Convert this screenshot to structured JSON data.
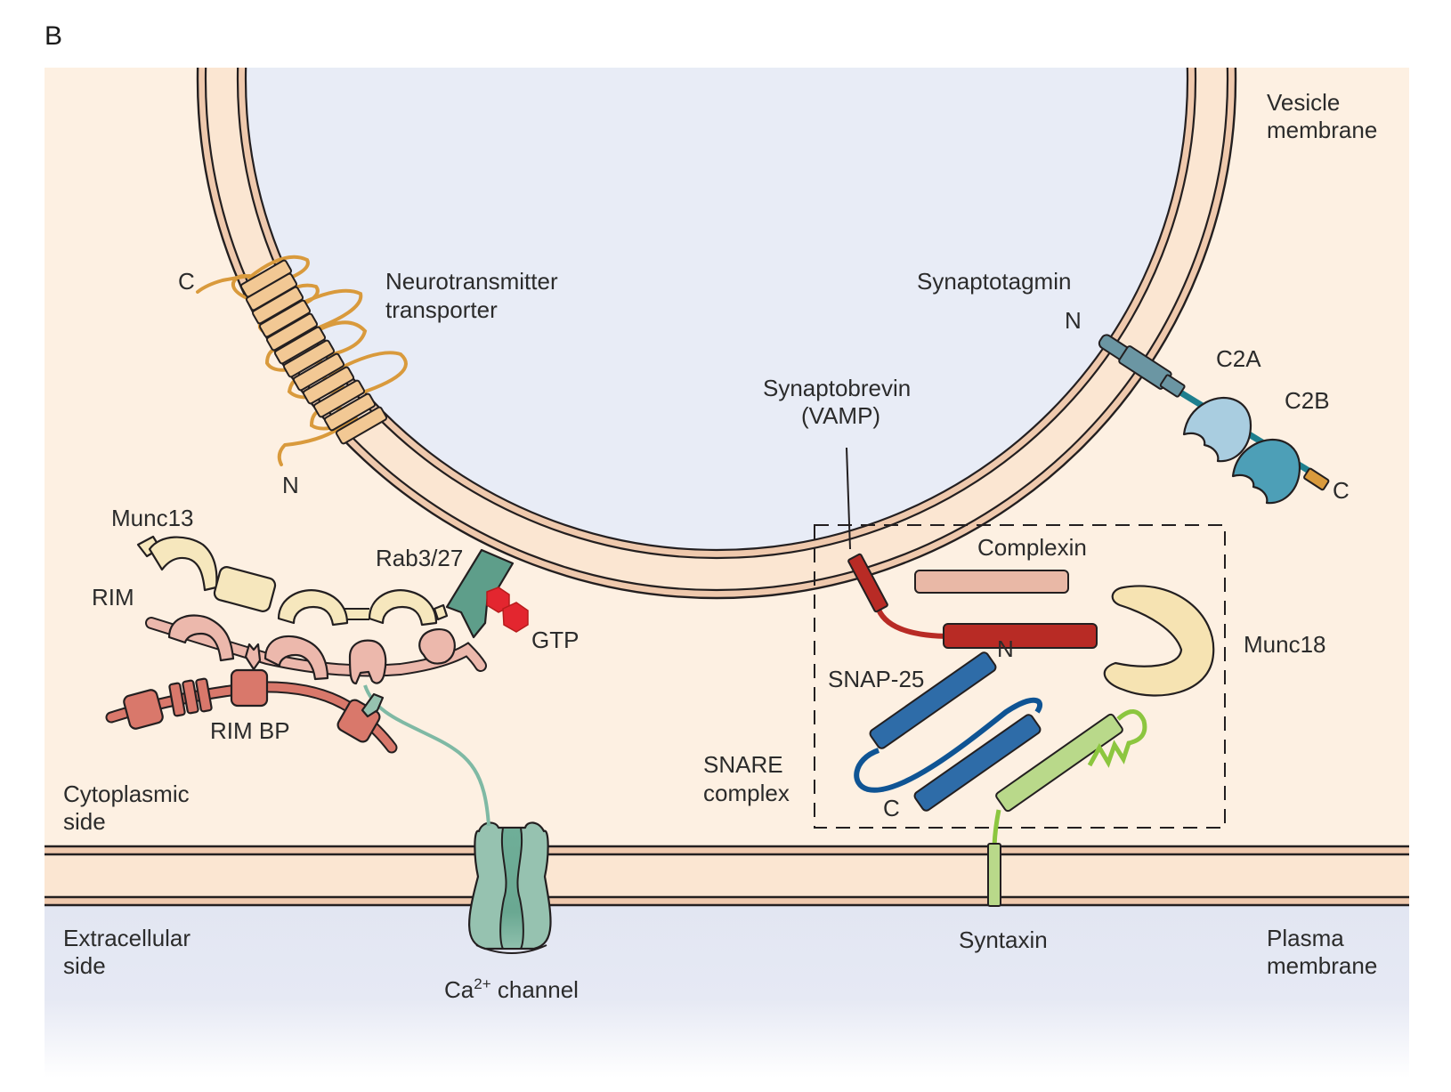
{
  "figure": {
    "panel_letter": "B",
    "colors": {
      "cytoplasm": "#fdf0e2",
      "vesicle_lumen": "#e8ecf6",
      "extracellular": "#e2e6f2",
      "membrane_leaflet": "#efc9ad",
      "membrane_core": "#fbe6d2",
      "transporter": "#d99a3c",
      "transporter_fill": "#f2c894",
      "munc13": "#f6e7bd",
      "rim": "#ecb8ac",
      "rim_bp": "#d9786b",
      "rab": "#5e9e8a",
      "gtp": "#e3262f",
      "ca_channel": "#96c2b0",
      "synaptotagmin_tm": "#6b96a3",
      "c2a": "#a9cde0",
      "c2b": "#4d9fb7",
      "synaptobrevin": "#b82b25",
      "complexin": "#e9b8a6",
      "snap25": "#2e6ca8",
      "syntaxin": "#b9d98a",
      "munc18": "#f6e3b2"
    },
    "regions": {
      "vesicle_membrane": [
        "Vesicle",
        "membrane"
      ],
      "plasma_membrane": [
        "Plasma",
        "membrane"
      ],
      "cytoplasmic_side": [
        "Cytoplasmic",
        "side"
      ],
      "extracellular_side": [
        "Extracellular",
        "side"
      ]
    },
    "proteins": {
      "neurotransmitter_transporter": {
        "name": [
          "Neurotransmitter",
          "transporter"
        ],
        "c_terminus": "C",
        "n_terminus": "N"
      },
      "synaptotagmin": {
        "name": "Synaptotagmin",
        "n_terminus": "N",
        "c_terminus": "C",
        "domains": [
          "C2A",
          "C2B"
        ]
      },
      "synaptobrevin": {
        "name": [
          "Synaptobrevin",
          "(VAMP)"
        ]
      },
      "complexin": {
        "name": "Complexin"
      },
      "munc18": {
        "name": "Munc18"
      },
      "snap25": {
        "name": "SNAP-25",
        "n_terminus": "N",
        "c_terminus": "C"
      },
      "snare_complex": {
        "name": [
          "SNARE",
          "complex"
        ]
      },
      "syntaxin": {
        "name": "Syntaxin"
      },
      "munc13": {
        "name": "Munc13"
      },
      "rim": {
        "name": "RIM"
      },
      "rim_bp": {
        "name": "RIM BP"
      },
      "rab": {
        "name": "Rab3/27"
      },
      "gtp": {
        "name": "GTP"
      },
      "ca_channel": {
        "name_base": "Ca",
        "name_sup": "2+",
        "name_suffix": " channel"
      }
    }
  }
}
